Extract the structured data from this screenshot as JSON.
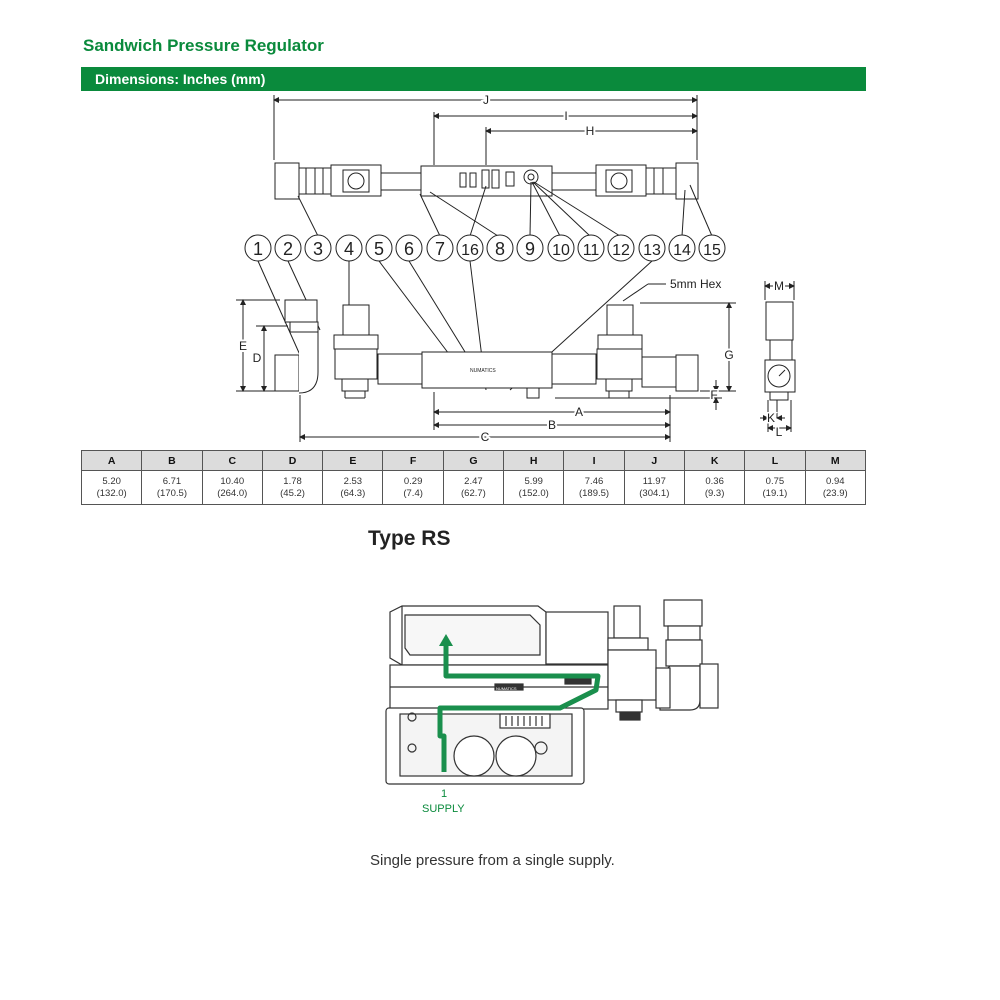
{
  "title": "Sandwich Pressure Regulator",
  "section_header": "Dimensions: Inches (mm)",
  "callouts": [
    "1",
    "2",
    "3",
    "4",
    "5",
    "6",
    "7",
    "16",
    "8",
    "9",
    "10",
    "11",
    "12",
    "13",
    "14",
    "15"
  ],
  "dimension_letters": {
    "a": "A",
    "b": "B",
    "c": "C",
    "d": "D",
    "e": "E",
    "f": "F",
    "g": "G",
    "h": "H",
    "i": "I",
    "j": "J",
    "k": "K",
    "l": "L",
    "m": "M"
  },
  "hex_label": "5mm Hex",
  "brand_mark": "NUMATICS",
  "table": {
    "headers": [
      "A",
      "B",
      "C",
      "D",
      "E",
      "F",
      "G",
      "H",
      "I",
      "J",
      "K",
      "L",
      "M"
    ],
    "inches": [
      "5.20",
      "6.71",
      "10.40",
      "1.78",
      "2.53",
      "0.29",
      "2.47",
      "5.99",
      "7.46",
      "11.97",
      "0.36",
      "0.75",
      "0.94"
    ],
    "mm": [
      "(132.0)",
      "(170.5)",
      "(264.0)",
      "(45.2)",
      "(64.3)",
      "(7.4)",
      "(62.7)",
      "(152.0)",
      "(189.5)",
      "(304.1)",
      "(9.3)",
      "(19.1)",
      "(23.9)"
    ]
  },
  "type_title": "Type RS",
  "supply_number": "1",
  "supply_label": "SUPPLY",
  "caption": "Single pressure from a single supply.",
  "colors": {
    "brand_green": "#0a8a3c",
    "flow_green": "#1a8f4d"
  }
}
